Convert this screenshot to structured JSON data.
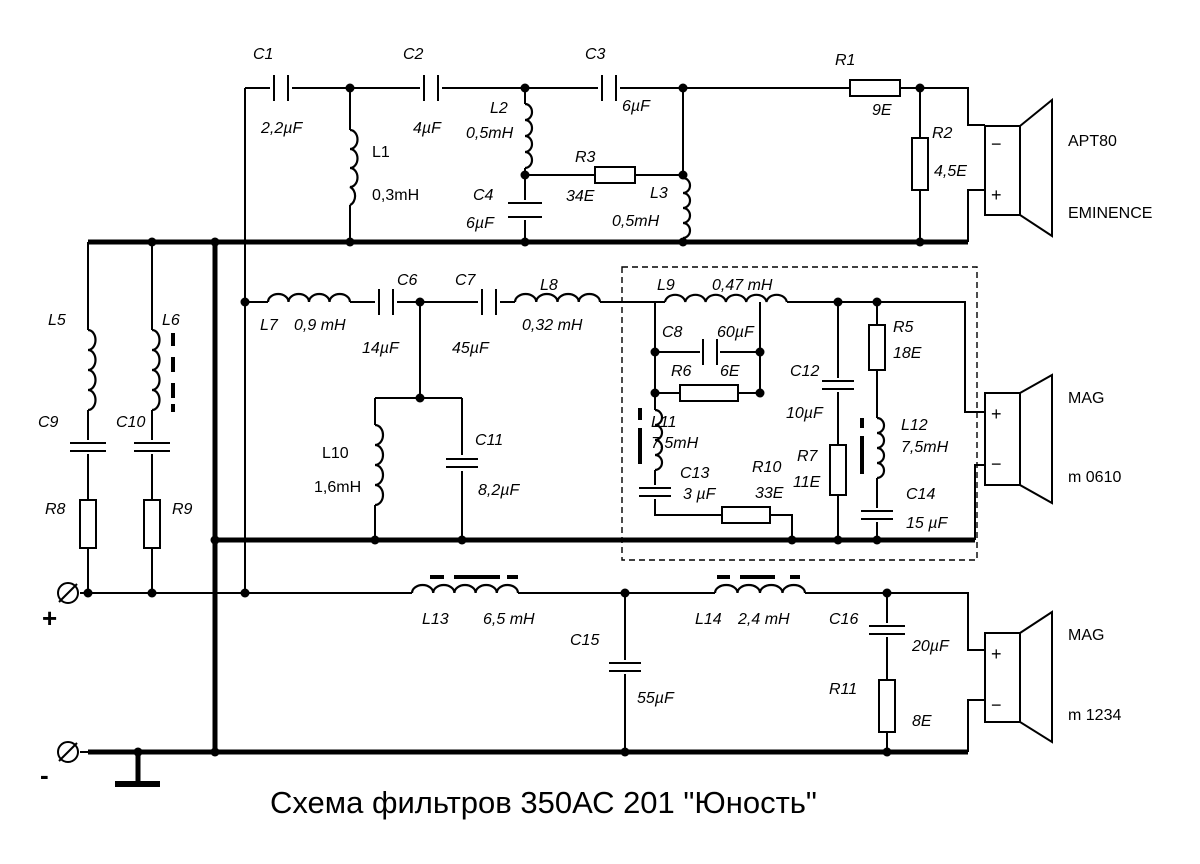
{
  "title": "Схема фильтров 350АС 201 \"Юность\"",
  "terminals": {
    "plus": "+",
    "minus": "-"
  },
  "speakers": [
    {
      "id": "tweeter",
      "line1": "APT80",
      "line2": "EMINENCE",
      "minus": "−",
      "plus": "+"
    },
    {
      "id": "mid",
      "line1": "MAG",
      "line2": "m 0610",
      "plus": "+",
      "minus": "−"
    },
    {
      "id": "woofer",
      "line1": "MAG",
      "line2": "m 1234",
      "plus": "+",
      "minus": "−"
    }
  ],
  "components": [
    {
      "ref": "C1",
      "value": "2,2µF"
    },
    {
      "ref": "C2",
      "value": "4µF"
    },
    {
      "ref": "C3",
      "value": "6µF"
    },
    {
      "ref": "R1",
      "value": "9E"
    },
    {
      "ref": "R2",
      "value": "4,5E"
    },
    {
      "ref": "L1",
      "value": "0,3mH"
    },
    {
      "ref": "L2",
      "value": "0,5mH"
    },
    {
      "ref": "R3",
      "value": "34E"
    },
    {
      "ref": "C4",
      "value": "6µF"
    },
    {
      "ref": "L3",
      "value": "0,5mH"
    },
    {
      "ref": "L5",
      "value": ""
    },
    {
      "ref": "L6",
      "value": ""
    },
    {
      "ref": "C9",
      "value": ""
    },
    {
      "ref": "C10",
      "value": ""
    },
    {
      "ref": "R8",
      "value": ""
    },
    {
      "ref": "R9",
      "value": ""
    },
    {
      "ref": "L7",
      "value": "0,9 mH"
    },
    {
      "ref": "C6",
      "value": "14µF"
    },
    {
      "ref": "C7",
      "value": "45µF"
    },
    {
      "ref": "L8",
      "value": "0,32 mH"
    },
    {
      "ref": "L9",
      "value": "0,47 mH"
    },
    {
      "ref": "C8",
      "value": "60µF"
    },
    {
      "ref": "R6",
      "value": "6E"
    },
    {
      "ref": "L11",
      "value": "7,5mH"
    },
    {
      "ref": "C13",
      "value": "3 µF"
    },
    {
      "ref": "R10",
      "value": "33E"
    },
    {
      "ref": "C12",
      "value": "10µF"
    },
    {
      "ref": "R7",
      "value": "11E"
    },
    {
      "ref": "R5",
      "value": "18E"
    },
    {
      "ref": "L12",
      "value": "7,5mH"
    },
    {
      "ref": "C14",
      "value": "15 µF"
    },
    {
      "ref": "L10",
      "value": "1,6mH"
    },
    {
      "ref": "C11",
      "value": "8,2µF"
    },
    {
      "ref": "L13",
      "value": "6,5 mH"
    },
    {
      "ref": "L14",
      "value": "2,4 mH"
    },
    {
      "ref": "C15",
      "value": "55µF"
    },
    {
      "ref": "C16",
      "value": "20µF"
    },
    {
      "ref": "R11",
      "value": "8E"
    }
  ]
}
